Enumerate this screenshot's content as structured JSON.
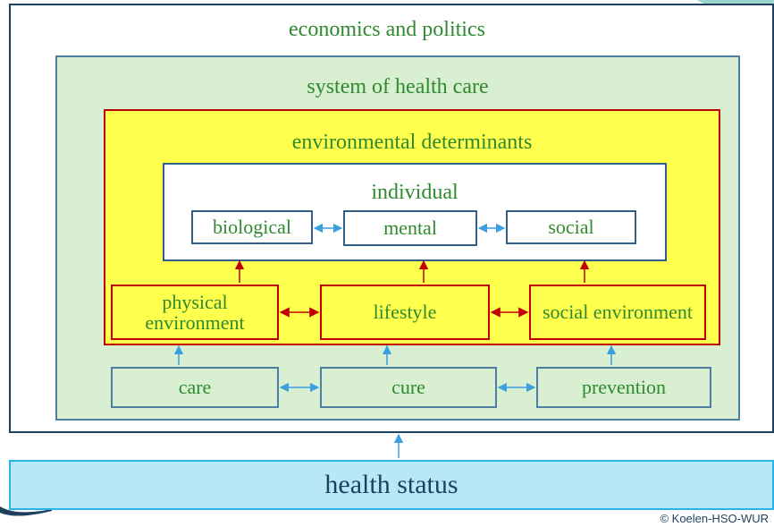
{
  "diagram": {
    "economics_label": "economics and politics",
    "health_system_label": "system of health care",
    "environmental_label": "environmental determinants",
    "individual_label": "individual",
    "individual_aspects": {
      "biological": "biological",
      "mental": "mental",
      "social": "social"
    },
    "environment_factors": {
      "physical_environment": "physical environment",
      "lifestyle": "lifestyle",
      "social_environment": "social environment"
    },
    "health_care_services": {
      "care": "care",
      "cure": "cure",
      "prevention": "prevention"
    },
    "health_status": "health status",
    "copyright": "© Koelen-HSO-WUR"
  },
  "colors": {
    "blue_border": "#2f5f8a",
    "green_background": "#d8efd2",
    "yellow_background": "#ffff4d",
    "red_border": "#c00000",
    "health_status_background": "#b8e8f7",
    "text_green": "#2f8a2f"
  }
}
